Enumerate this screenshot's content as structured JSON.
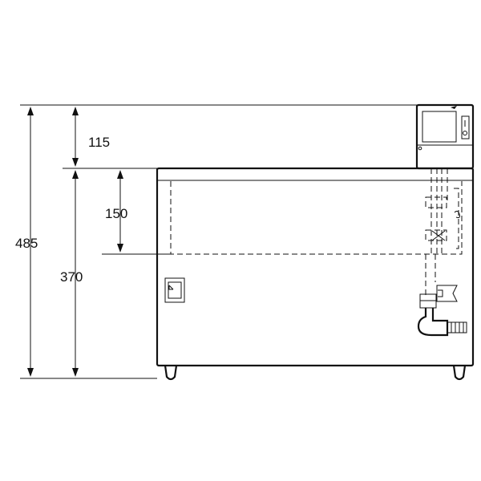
{
  "dimensions": {
    "total_height": "485",
    "top_unit_height": "115",
    "inner_depth": "150",
    "body_height": "370"
  },
  "colors": {
    "line": "#111111",
    "background": "#ffffff"
  }
}
